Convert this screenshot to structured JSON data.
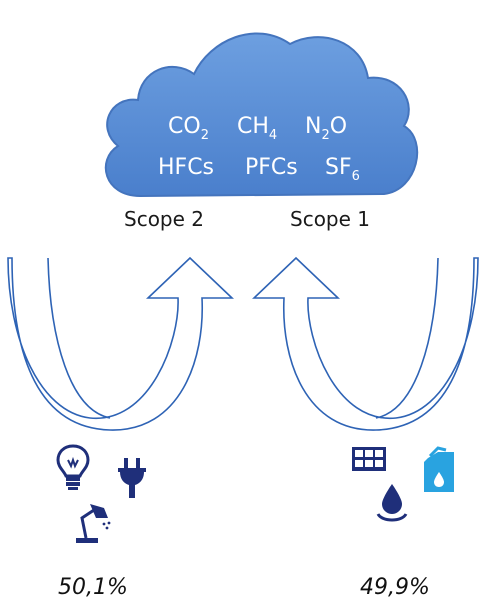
{
  "cloud": {
    "gases_row1": [
      {
        "base": "CO",
        "sub": "2"
      },
      {
        "base": "CH",
        "sub": "4"
      },
      {
        "base": "N",
        "sub": "2",
        "tail": "O"
      }
    ],
    "gases_row2": [
      {
        "base": "HFCs",
        "sub": ""
      },
      {
        "base": "PFCs",
        "sub": ""
      },
      {
        "base": "SF",
        "sub": "6"
      }
    ]
  },
  "scopes": {
    "scope2": "Scope 2",
    "scope1": "Scope 1"
  },
  "shares": {
    "left": "50,1%",
    "right": "49,9%"
  },
  "icons": {
    "left": [
      "light-bulb-icon",
      "power-plug-icon",
      "desk-lamp-icon"
    ],
    "right": [
      "building-icon",
      "fuel-canister-icon",
      "water-drop-icon"
    ]
  },
  "colors": {
    "cloud": "#5b8fd6",
    "arrow_stroke": "#2e63b5",
    "icon_navy": "#1f2f7a",
    "icon_cyan": "#29a3e0"
  }
}
